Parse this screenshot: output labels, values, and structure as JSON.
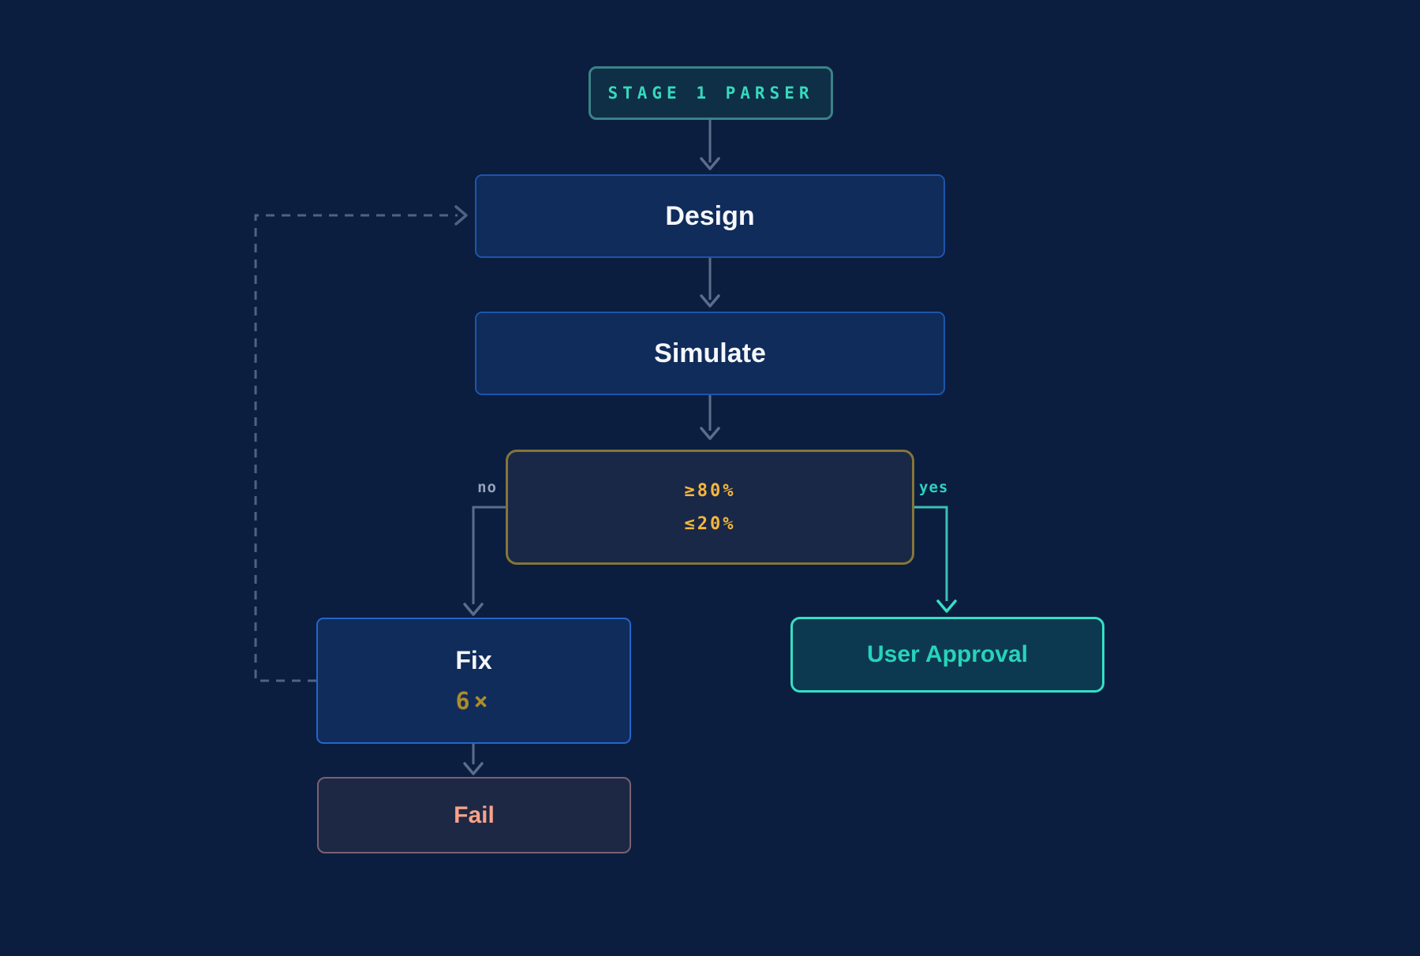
{
  "diagram": {
    "type": "flowchart",
    "background_color": "#0b1e40",
    "parser_tag": {
      "label": "STAGE 1 PARSER",
      "text_color": "#36d9bd",
      "border_color": "#3b8286"
    },
    "nodes": {
      "design": {
        "label": "Design"
      },
      "simulate": {
        "label": "Simulate"
      },
      "threshold_decision": {
        "line1": "≥80%",
        "line2": "≤20%",
        "text_color": "#f6b73c",
        "border_color": "#857538"
      },
      "fix": {
        "label": "Fix",
        "retry_count": "6×",
        "retry_color": "#ab8c2d"
      },
      "fail": {
        "label": "Fail",
        "text_color": "#f7a289",
        "border_color": "#7b6173"
      },
      "user_approval": {
        "label": "User Approval",
        "text_color": "#27d3ba",
        "border_color": "#36e0c5"
      }
    },
    "edges": {
      "no_label": "no",
      "yes_label": "yes",
      "arrow_color": "#5b6d89",
      "yes_arrow_color": "#3cc0b0",
      "loop_style": "dashed",
      "connections": [
        {
          "from": "parser_tag",
          "to": "design"
        },
        {
          "from": "design",
          "to": "simulate"
        },
        {
          "from": "simulate",
          "to": "threshold_decision"
        },
        {
          "from": "threshold_decision",
          "to": "fix",
          "label": "no"
        },
        {
          "from": "threshold_decision",
          "to": "user_approval",
          "label": "yes"
        },
        {
          "from": "fix",
          "to": "fail"
        },
        {
          "from": "fix",
          "to": "design",
          "style": "dashed"
        }
      ]
    }
  }
}
